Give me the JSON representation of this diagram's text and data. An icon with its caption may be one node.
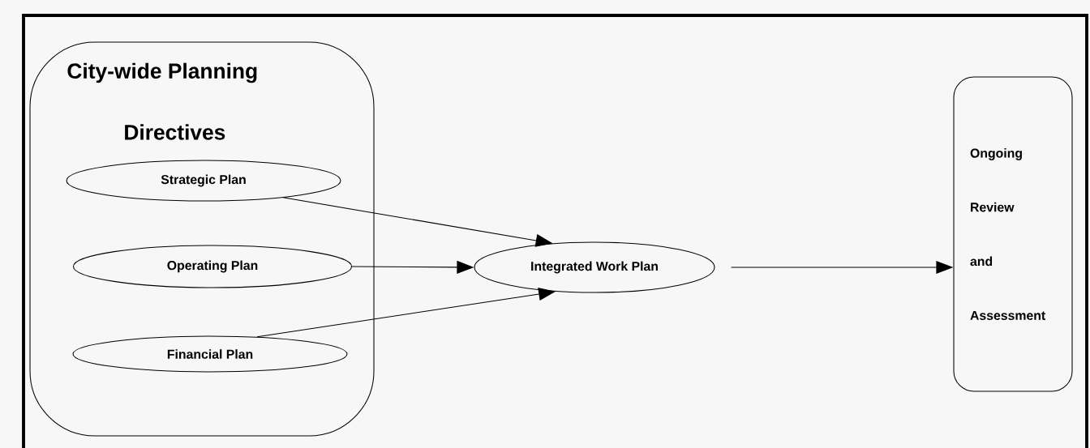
{
  "diagram": {
    "nodes": [
      {
        "text": [
          "City-wide Planning",
          "Directives"
        ]
      },
      {
        "text": [
          "Strategic Plan"
        ],
        "in": 0
      },
      {
        "text": [
          "Operating Plan"
        ],
        "in": 0
      },
      {
        "text": [
          "Financial Plan"
        ],
        "in": 0
      },
      {
        "text": [
          "Integrated Work Plan"
        ]
      },
      {
        "text": [
          "Ongoing Review and Assessment"
        ]
      }
    ],
    "edges": [
      {
        "from": 1,
        "to": 4,
        "arrow": "to"
      },
      {
        "from": 2,
        "to": 4,
        "arrow": "to"
      },
      {
        "from": 3,
        "to": 4,
        "arrow": "to"
      },
      {
        "from": 4,
        "to": 5,
        "arrow": "to"
      }
    ]
  }
}
